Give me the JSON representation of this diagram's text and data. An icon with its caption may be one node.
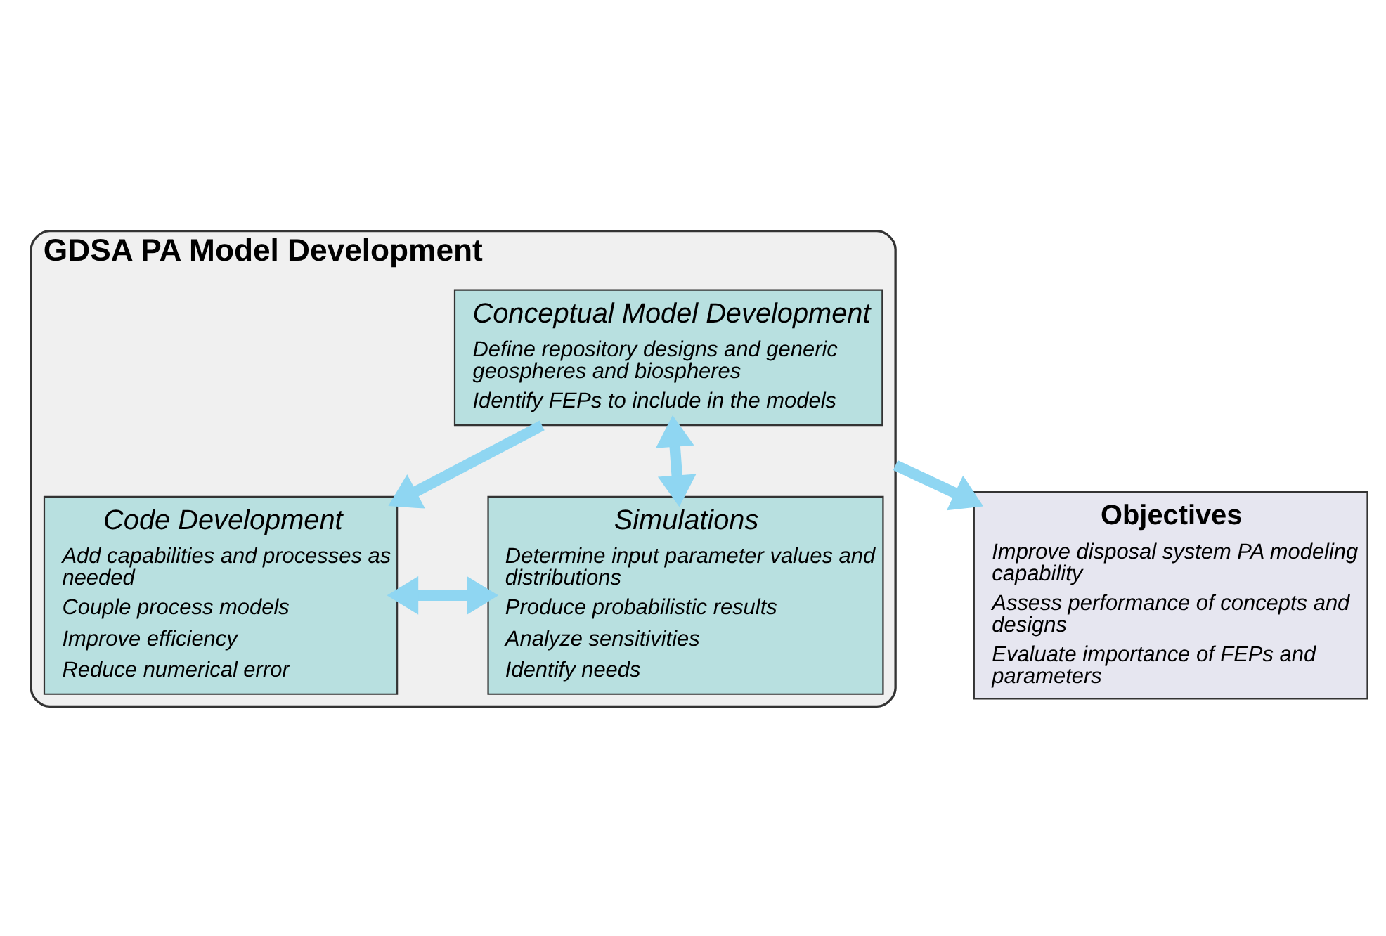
{
  "diagram": {
    "nodes": [
      {
        "text": [
          "GDSA PA Model Development"
        ]
      },
      {
        "text": [
          "Conceptual Model Development",
          "Define repository designs and generic geospheres and biospheres",
          "Identify FEPs to include in the models"
        ],
        "in": 0
      },
      {
        "text": [
          "Code Development",
          "Add capabilities and processes as needed",
          "Couple process models",
          "Improve efficiency",
          "Reduce numerical error"
        ],
        "in": 0
      },
      {
        "text": [
          "Simulations",
          "Determine input parameter values and distributions",
          "Produce probabilistic results",
          "Analyze sensitivities",
          "Identify needs"
        ],
        "in": 0
      },
      {
        "text": [
          "Objectives",
          "Improve disposal system PA modeling capability",
          "Assess performance of concepts and designs",
          "Evaluate importance of FEPs and parameters"
        ]
      }
    ],
    "edges": [
      {
        "from": 1,
        "to": 2,
        "arrow": "to"
      },
      {
        "from": 1,
        "to": 3,
        "arrow": "both"
      },
      {
        "from": 2,
        "to": 3,
        "arrow": "both"
      },
      {
        "from": 0,
        "to": 4,
        "arrow": "to"
      }
    ]
  }
}
